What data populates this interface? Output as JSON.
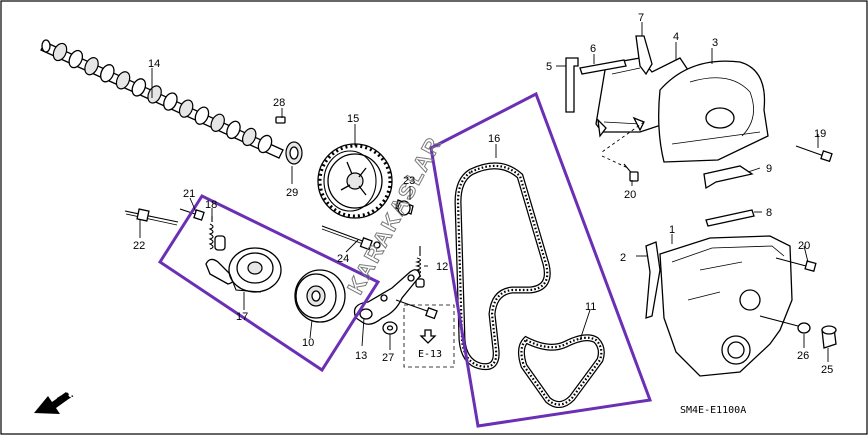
{
  "diagram_code": "SM4E-E1100A",
  "watermark": "KARAKASLAR",
  "direction_label": "FR.",
  "reference_label": "E-13",
  "highlight_color": "#6a2fb5",
  "callouts": {
    "c1": "1",
    "c2": "2",
    "c3": "3",
    "c4": "4",
    "c5": "5",
    "c6": "6",
    "c7": "7",
    "c8": "8",
    "c9": "9",
    "c10": "10",
    "c11": "11",
    "c12": "12",
    "c13": "13",
    "c14": "14",
    "c15": "15",
    "c16": "16",
    "c17": "17",
    "c18": "18",
    "c19": "19",
    "c20a": "20",
    "c20b": "20",
    "c21": "21",
    "c22": "22",
    "c23": "23",
    "c24": "24",
    "c25": "25",
    "c26": "26",
    "c27": "27",
    "c28": "28",
    "c29": "29"
  }
}
